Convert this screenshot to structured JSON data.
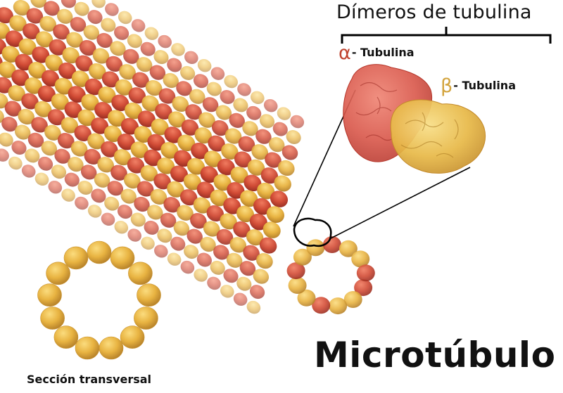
{
  "labels": {
    "dimers_title": "Dímeros de tubulina",
    "alpha_symbol": "α",
    "alpha_text": "- Tubulina",
    "beta_symbol": "β",
    "beta_text": "- Tubulina",
    "main_title": "Microtúbulo",
    "cross_section": "Sección transversal"
  },
  "colors": {
    "alpha_tubulin": "#d14b35",
    "beta_tubulin": "#e8b341",
    "background": "#ffffff",
    "text": "#111111"
  },
  "structure": {
    "cross_section_subunits": 13
  }
}
